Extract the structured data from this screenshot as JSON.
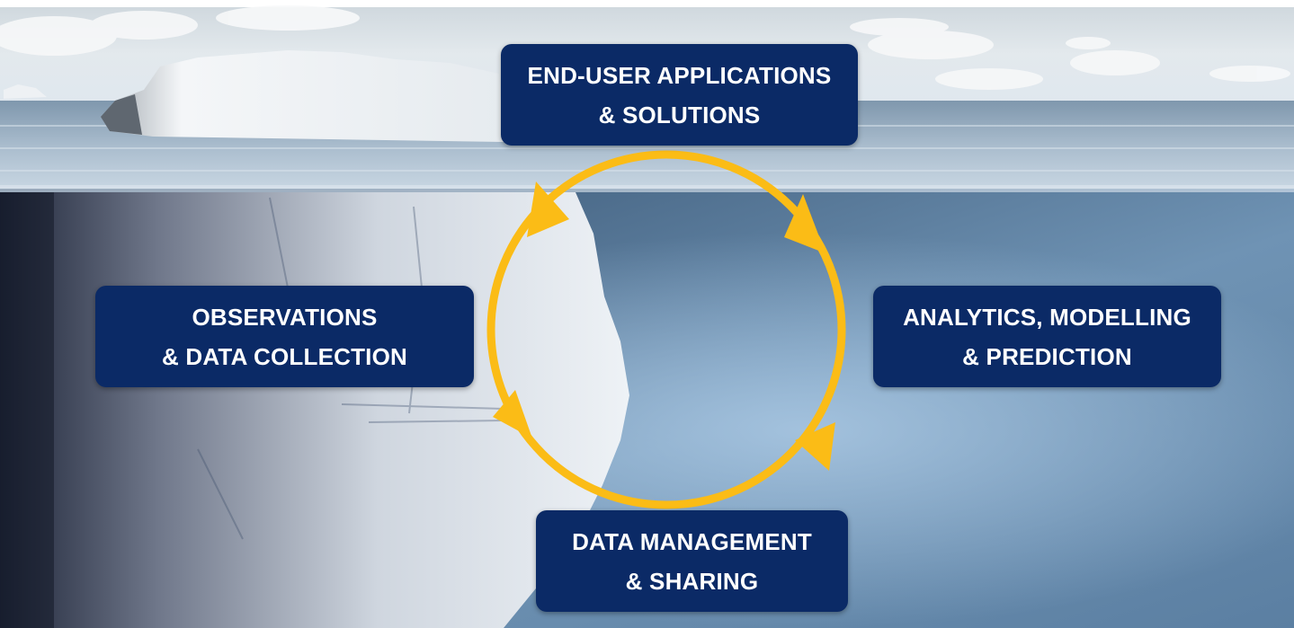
{
  "stages": [
    {
      "id": "top",
      "line1": "END-USER APPLICATIONS",
      "line2": "& SOLUTIONS"
    },
    {
      "id": "right",
      "line1": "ANALYTICS, MODELLING",
      "line2": "& PREDICTION"
    },
    {
      "id": "bottom",
      "line1": "DATA MANAGEMENT",
      "line2": "& SHARING"
    },
    {
      "id": "left",
      "line1": "OBSERVATIONS",
      "line2": "& DATA COLLECTION"
    }
  ],
  "colors": {
    "box_fill": "#0b2a66",
    "box_text": "#ffffff",
    "cycle_ring": "#fbbc16",
    "sky_top": "#dfe6ea",
    "sea_deep": "#2c4b6c",
    "ice": "#f4f7f9"
  },
  "cycle": {
    "direction": "counter-clockwise",
    "arrow_count": 4
  }
}
